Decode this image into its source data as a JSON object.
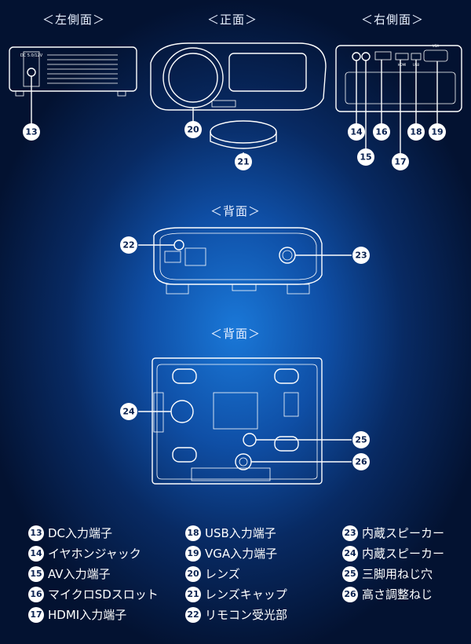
{
  "views": {
    "left_side": "＜左側面＞",
    "front": "＜正面＞",
    "right_side": "＜右側面＞",
    "back": "＜背面＞",
    "bottom": "＜背面＞"
  },
  "port_labels": {
    "dc": "DC 5.0/12V",
    "hdmi": "HDMI",
    "usb": "USB",
    "vga": "VGA"
  },
  "callouts": [
    "13",
    "14",
    "15",
    "16",
    "17",
    "18",
    "19",
    "20",
    "21",
    "22",
    "23",
    "24",
    "25",
    "26"
  ],
  "legend": [
    {
      "num": "13",
      "text": "DC入力端子"
    },
    {
      "num": "14",
      "text": "イヤホンジャック"
    },
    {
      "num": "15",
      "text": "AV入力端子"
    },
    {
      "num": "16",
      "text": "マイクロSDスロット"
    },
    {
      "num": "17",
      "text": "HDMI入力端子"
    },
    {
      "num": "18",
      "text": "USB入力端子"
    },
    {
      "num": "19",
      "text": "VGA入力端子"
    },
    {
      "num": "20",
      "text": "レンズ"
    },
    {
      "num": "21",
      "text": "レンズキャップ"
    },
    {
      "num": "22",
      "text": "リモコン受光部"
    },
    {
      "num": "23",
      "text": "内蔵スピーカー"
    },
    {
      "num": "24",
      "text": "内蔵スピーカー"
    },
    {
      "num": "25",
      "text": "三脚用ねじ穴"
    },
    {
      "num": "26",
      "text": "高さ調整ねじ"
    }
  ]
}
